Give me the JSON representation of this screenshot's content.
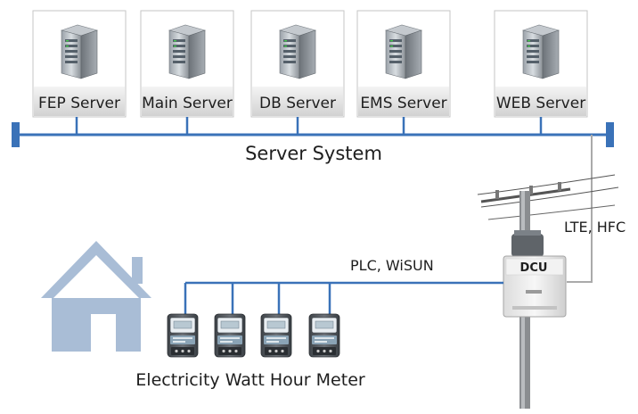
{
  "servers": [
    {
      "label": "FEP Server"
    },
    {
      "label": "Main Server"
    },
    {
      "label": "DB Server"
    },
    {
      "label": "EMS Server"
    },
    {
      "label": "WEB Server"
    }
  ],
  "system_label": "Server System",
  "dcu_label": "DCU",
  "plc_label": "PLC, WiSUN",
  "lte_label": "LTE, HFC",
  "meter_label": "Electricity Watt Hour Meter",
  "colors": {
    "bus": "#3a72b8",
    "house": "#a9bdd6",
    "uplink": "#aaaaaa"
  }
}
